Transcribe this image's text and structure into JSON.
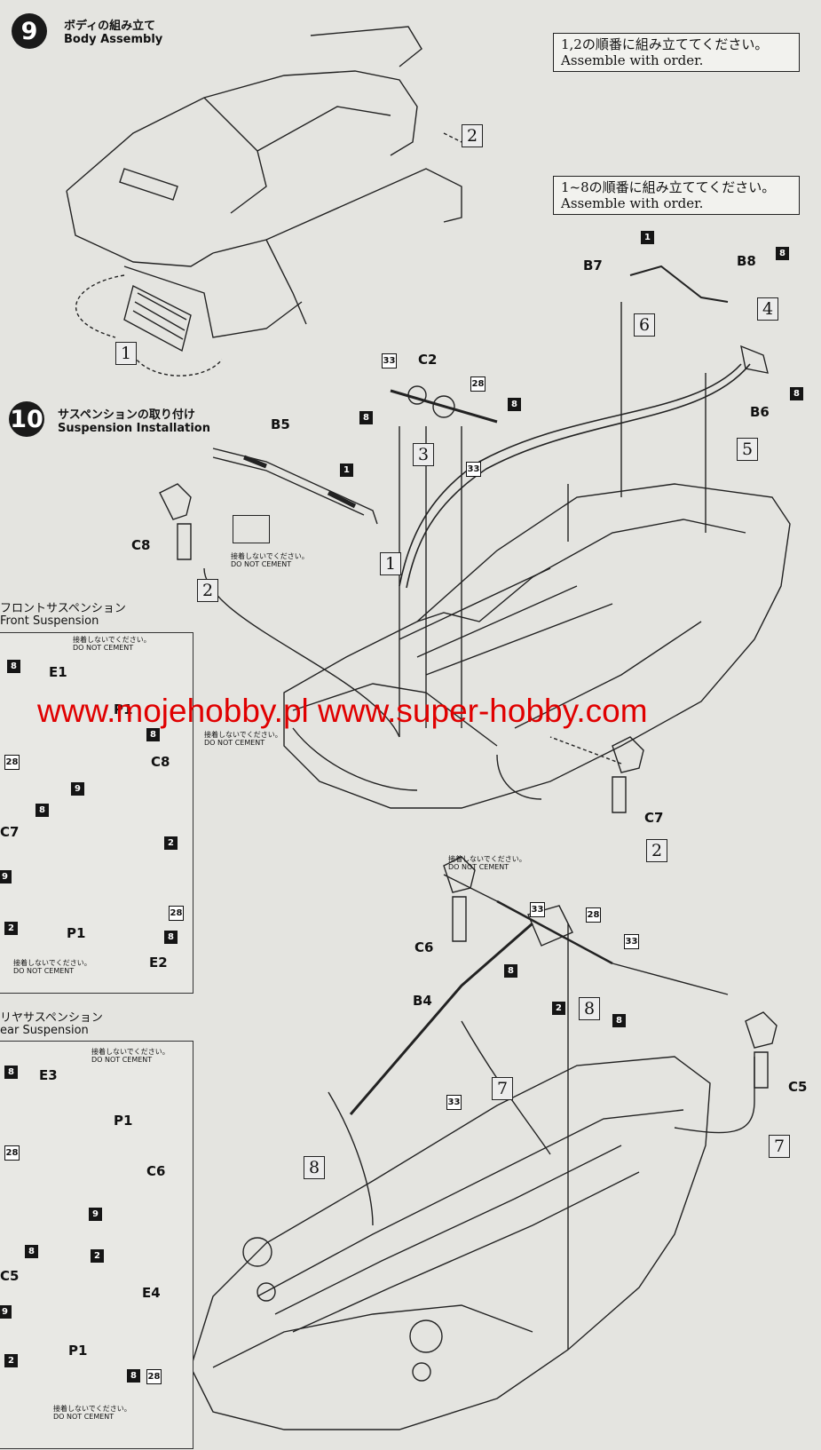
{
  "step9": {
    "number": "9",
    "title_jp": "ボディの組み立て",
    "title_en": "Body Assembly",
    "order_note_jp": "1,2の順番に組み立ててください。",
    "order_note_en": "Assemble with order.",
    "steps": [
      "1",
      "2"
    ]
  },
  "step10": {
    "number": "10",
    "title_jp": "サスペンションの取り付け",
    "title_en": "Suspension Installation",
    "order_note_jp": "1~8の順番に組み立ててください。",
    "order_note_en": "Assemble with order."
  },
  "do_not_cement": {
    "jp": "接着しないでください。",
    "en": "DO NOT CEMENT"
  },
  "front_suspension": {
    "title_jp": "フロントサスペンション",
    "title_en": "Front Suspension"
  },
  "rear_suspension": {
    "title_jp": "リヤサスペンション",
    "title_en": "ear Suspension"
  },
  "parts": {
    "B5": "B5",
    "B6": "B6",
    "B7": "B7",
    "B8": "B8",
    "B4": "B4",
    "C2": "C2",
    "C5": "C5",
    "C6": "C6",
    "C7": "C7",
    "C8": "C8",
    "E1": "E1",
    "E2": "E2",
    "E3": "E3",
    "E4": "E4",
    "P1": "P1"
  },
  "numbers": {
    "n1": "1",
    "n2": "2",
    "n8": "8",
    "n9": "9",
    "n28": "28",
    "n33": "33"
  },
  "step_labels": {
    "s1": "1",
    "s2": "2",
    "s3": "3",
    "s4": "4",
    "s5": "5",
    "s6": "6",
    "s7": "7",
    "s8": "8"
  },
  "watermark": "www.mojehobby.pl www.super-hobby.com",
  "colors": {
    "watermark": "#e00000",
    "paper": "#e4e4e0",
    "ink": "#111111"
  }
}
